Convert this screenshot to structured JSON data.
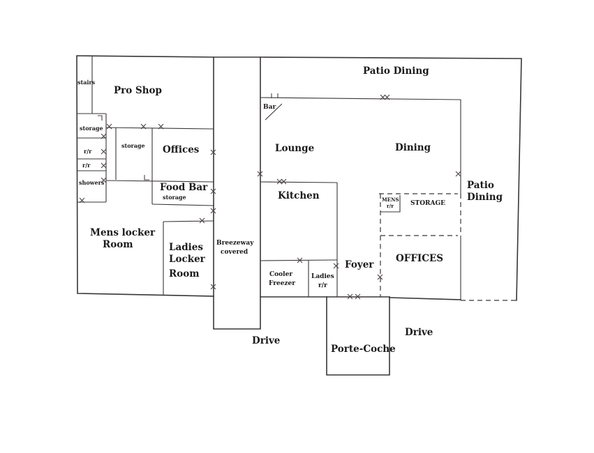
{
  "rooms": {
    "stairs": "stairs",
    "pro_shop": "Pro Shop",
    "storage_1": "storage",
    "storage_2": "storage",
    "offices_left": "Offices",
    "rr_1": "r/r",
    "rr_2": "r/r",
    "showers": "showers",
    "food_bar": "Food Bar",
    "storage_3": "storage",
    "mens_locker_line1": "Mens locker",
    "mens_locker_line2": "Room",
    "ladies_locker_line1": "Ladies",
    "ladies_locker_line2": "Locker",
    "ladies_locker_line3": "Room",
    "breezeway_line1": "Breezeway",
    "breezeway_line2": "covered",
    "bar": "Bar",
    "lounge": "Lounge",
    "dining": "Dining",
    "kitchen": "Kitchen",
    "patio_dining_top": "Patio Dining",
    "patio_dining_right_line1": "Patio",
    "patio_dining_right_line2": "Dining",
    "mens_rr_line1": "MENS",
    "mens_rr_line2": "r/r",
    "storage_caps": "STORAGE",
    "offices_caps": "OFFICES",
    "cooler_line1": "Cooler",
    "cooler_line2": "Freezer",
    "ladies_rr_line1": "Ladies",
    "ladies_rr_line2": "r/r",
    "foyer": "Foyer",
    "porte_coche": "Porte-Coche",
    "drive_left": "Drive",
    "drive_right": "Drive"
  },
  "style": {
    "ink_color": "#3a3636",
    "paper_color": "#ffffff"
  },
  "icons": [
    "door-mark-icon"
  ]
}
